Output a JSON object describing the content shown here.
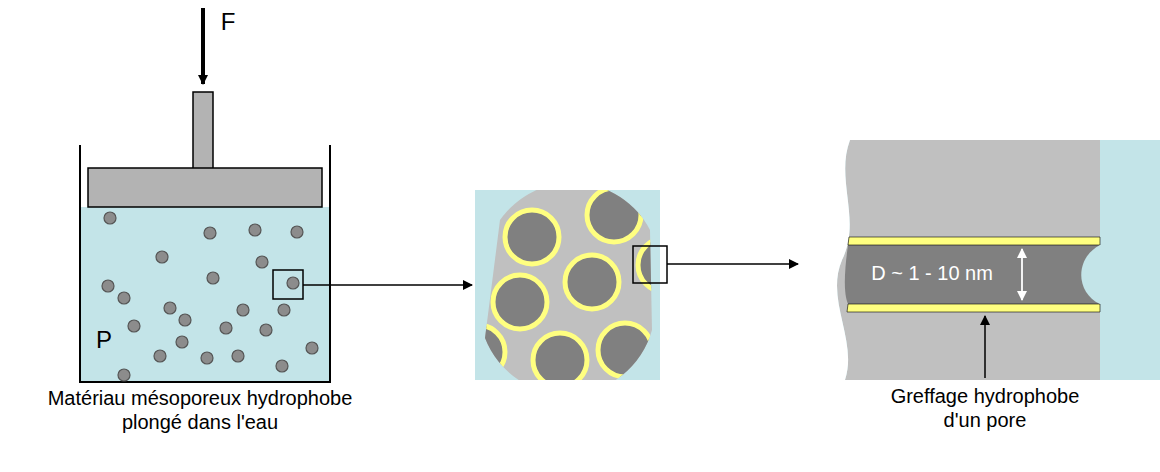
{
  "diagram": {
    "labels": [
      "F",
      "P",
      "Matériau mésoporeux hydrophobe plongé dans l'eau",
      "D ~ 1 - 10 nm",
      "Greffage hydrophobe d'un pore"
    ]
  }
}
